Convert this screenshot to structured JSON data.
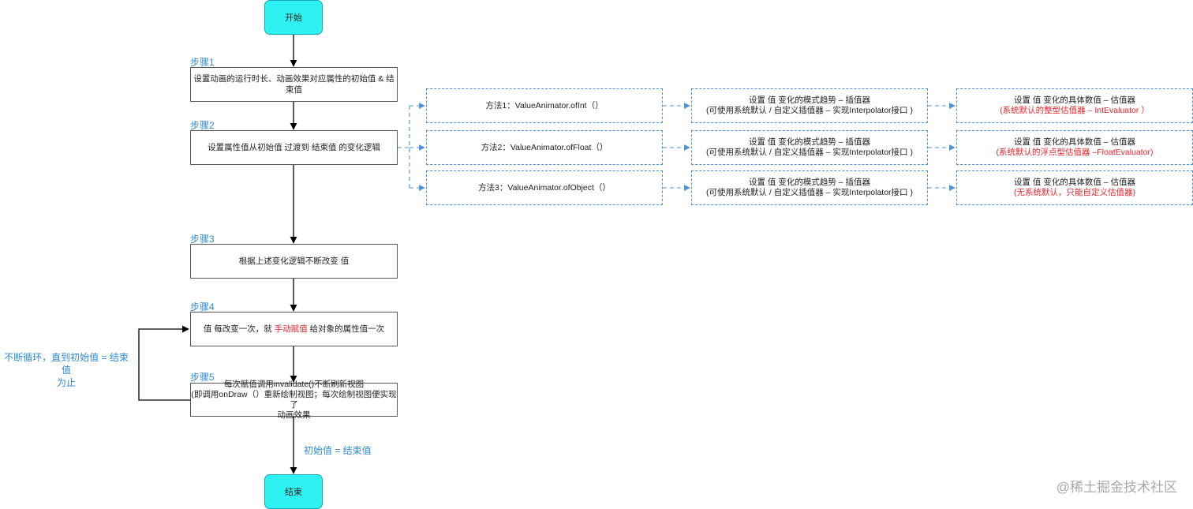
{
  "nodes": {
    "start": "开始",
    "end": "结束",
    "step1": {
      "label": "步骤1",
      "text": "设置动画的运行时长、动画效果对应属性的初始值 & 结束值"
    },
    "step2": {
      "label": "步骤2",
      "text": "设置属性值从初始值 过渡到 结束值 的变化逻辑"
    },
    "step3": {
      "label": "步骤3",
      "text": "根据上述变化逻辑不断改变 值"
    },
    "step4": {
      "label": "步骤4",
      "text_before": "值 每改变一次，就 ",
      "text_highlight": "手动赋值",
      "text_after": " 给对象的属性值一次"
    },
    "step5": {
      "label": "步骤5",
      "line1": "每次赋值调用invalidate()不断刷新视图",
      "line2": "(即调用onDraw（）重新绘制视图；每次绘制视图便实现了",
      "line3": "动画效果"
    }
  },
  "methods": [
    {
      "method": "方法1：ValueAnimator.ofInt（）",
      "interp_line1": "设置 值 变化的模式趋势 – 插值器",
      "interp_line2": "(可使用系统默认 / 自定义插值器 – 实现Interpolator接口 )",
      "eval_line1": "设置 值 变化的具体数值 – 估值器",
      "eval_line2": "(系统默认的整型估值器 – IntEvaluator ）"
    },
    {
      "method": "方法2：ValueAnimator.ofFloat（）",
      "interp_line1": "设置 值 变化的模式趋势 – 插值器",
      "interp_line2": "(可使用系统默认 / 自定义插值器 – 实现Interpolator接口 )",
      "eval_line1": "设置 值 变化的具体数值 – 估值器",
      "eval_line2": "(系统默认的浮点型估值器  –FloatEvaluator)"
    },
    {
      "method": "方法3：ValueAnimator.ofObject（）",
      "interp_line1": "设置 值 变化的模式趋势 – 插值器",
      "interp_line2": "(可使用系统默认 / 自定义插值器 – 实现Interpolator接口 )",
      "eval_line1": "设置 值 变化的具体数值 – 估值器",
      "eval_line2": "(无系统默认，只能自定义估值器)"
    }
  ],
  "loop": {
    "line1": "不断循环，直到初始值 = 结束值",
    "line2": "为止"
  },
  "end_condition": "初始值 = 结束值",
  "watermark": "@稀土掘金技术社区",
  "colors": {
    "terminal_fill": "#2ef2f2",
    "step_label": "#2e8ad8",
    "dashed_border": "#4a90e2",
    "highlight": "#e8232a"
  }
}
